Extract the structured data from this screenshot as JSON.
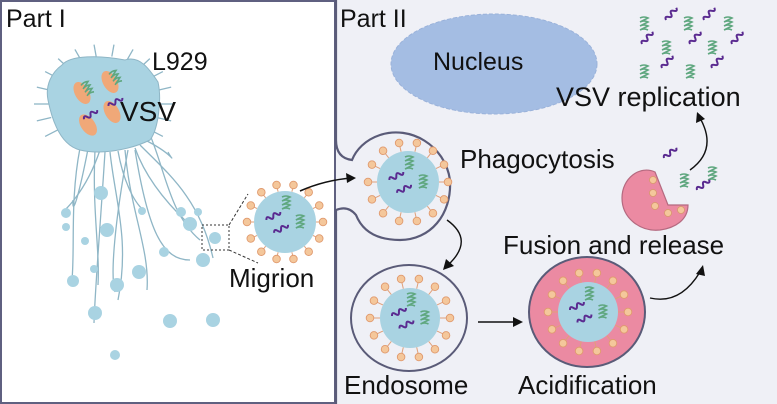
{
  "figure": {
    "part1": {
      "title": "Part I",
      "cell_label": "L929",
      "virus_label": "VSV",
      "migrion_label": "Migrion"
    },
    "part2": {
      "title": "Part II",
      "nucleus_label": "Nucleus",
      "steps": [
        {
          "label": "Phagocytosis"
        },
        {
          "label": "Endosome"
        },
        {
          "label": "Acidification"
        },
        {
          "label": "Fusion and release"
        },
        {
          "label": "VSV replication"
        }
      ]
    },
    "colors": {
      "border": "#5f6080",
      "cell_blue": "#a9d3e2",
      "nucleus_blue": "#a4bde3",
      "particle_orange": "#f4b98c",
      "rna_green": "#5fa77f",
      "rna_purple": "#5a2a90",
      "lysosome_pink": "#eb8aa2"
    }
  }
}
